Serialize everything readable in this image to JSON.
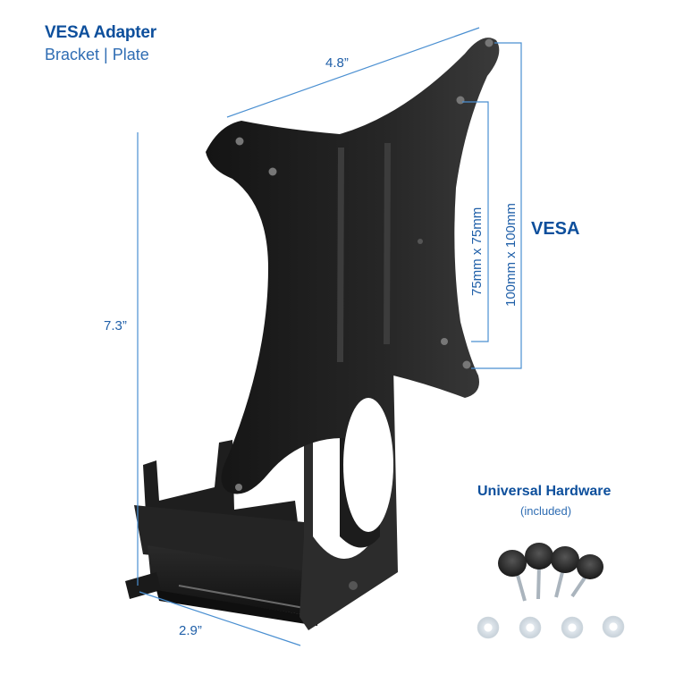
{
  "header": {
    "title": "VESA Adapter",
    "subtitle": "Bracket | Plate"
  },
  "dimensions": {
    "width_top": "4.8”",
    "height": "7.3”",
    "depth": "2.9”",
    "vesa_small": "75mm x 75mm",
    "vesa_large": "100mm x 100mm",
    "vesa_label": "VESA"
  },
  "hardware": {
    "title": "Universal Hardware",
    "subtitle": "(included)",
    "thumbscrew_count": 4,
    "washer_count": 4
  },
  "colors": {
    "brand_blue": "#0d4f9c",
    "dimension_line": "#4a8fd1",
    "bracket": "#1c1c1c"
  }
}
